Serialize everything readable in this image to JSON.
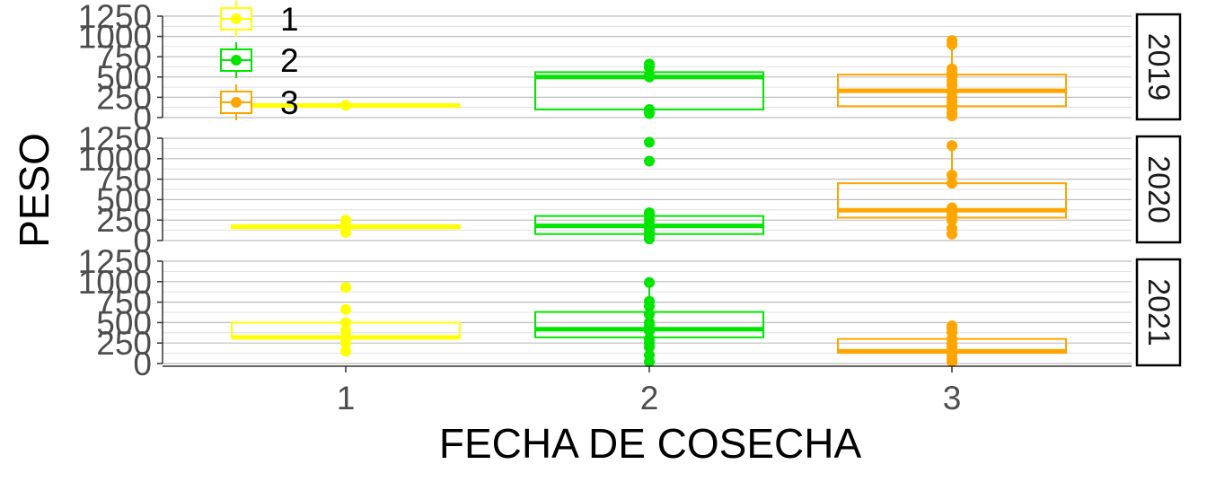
{
  "chart_data": {
    "type": "boxplot",
    "xlabel": "FECHA DE COSECHA",
    "ylabel": "PESO",
    "categories": [
      "1",
      "2",
      "3"
    ],
    "ylim": [
      0,
      1250
    ],
    "yticks": [
      "0",
      "250",
      "500",
      "750",
      "1000",
      "1250"
    ],
    "grid": true,
    "legend": {
      "placement": "top-left",
      "entries": [
        {
          "label": "1",
          "color": "#FFFF00"
        },
        {
          "label": "2",
          "color": "#00E600"
        },
        {
          "label": "3",
          "color": "#FFA500"
        }
      ]
    },
    "panels": [
      {
        "label": "2019",
        "boxes": [
          {
            "category": "1",
            "color": "#FFFF00",
            "whisker_low": 150,
            "q1": 150,
            "median": 150,
            "q3": 150,
            "whisker_high": 150,
            "points": [
              150
            ]
          },
          {
            "category": "2",
            "color": "#00E600",
            "whisker_low": 50,
            "q1": 100,
            "median": 500,
            "q3": 560,
            "whisker_high": 660,
            "points": [
              50,
              100,
              500,
              520,
              620,
              660
            ]
          },
          {
            "category": "3",
            "color": "#FFA500",
            "whisker_low": 20,
            "q1": 140,
            "median": 330,
            "q3": 530,
            "whisker_high": 950,
            "points": [
              20,
              50,
              100,
              150,
              200,
              250,
              320,
              400,
              450,
              500,
              550,
              600,
              900,
              950
            ]
          }
        ]
      },
      {
        "label": "2020",
        "boxes": [
          {
            "category": "1",
            "color": "#FFFF00",
            "whisker_low": 100,
            "q1": 150,
            "median": 170,
            "q3": 185,
            "whisker_high": 250,
            "points": [
              100,
              150,
              200,
              250
            ]
          },
          {
            "category": "2",
            "color": "#00E600",
            "whisker_low": 20,
            "q1": 80,
            "median": 180,
            "q3": 300,
            "whisker_high": 340,
            "points": [
              20,
              60,
              100,
              150,
              200,
              250,
              300,
              340,
              970,
              1200
            ]
          },
          {
            "category": "3",
            "color": "#FFA500",
            "whisker_low": 80,
            "q1": 280,
            "median": 370,
            "q3": 700,
            "whisker_high": 1160,
            "points": [
              80,
              150,
              250,
              300,
              350,
              400,
              700,
              800,
              1160
            ]
          }
        ]
      },
      {
        "label": "2021",
        "boxes": [
          {
            "category": "1",
            "color": "#FFFF00",
            "whisker_low": 150,
            "q1": 320,
            "median": 320,
            "q3": 500,
            "whisker_high": 500,
            "points": [
              150,
              250,
              320,
              400,
              500,
              660,
              930
            ]
          },
          {
            "category": "2",
            "color": "#00E600",
            "whisker_low": 20,
            "q1": 320,
            "median": 420,
            "q3": 630,
            "whisker_high": 990,
            "points": [
              20,
              100,
              200,
              250,
              300,
              400,
              450,
              500,
              600,
              700,
              760,
              990
            ]
          },
          {
            "category": "3",
            "color": "#FFA500",
            "whisker_low": 20,
            "q1": 130,
            "median": 150,
            "q3": 300,
            "whisker_high": 460,
            "points": [
              20,
              50,
              100,
              150,
              200,
              250,
              300,
              380,
              430,
              460
            ]
          }
        ]
      }
    ]
  }
}
